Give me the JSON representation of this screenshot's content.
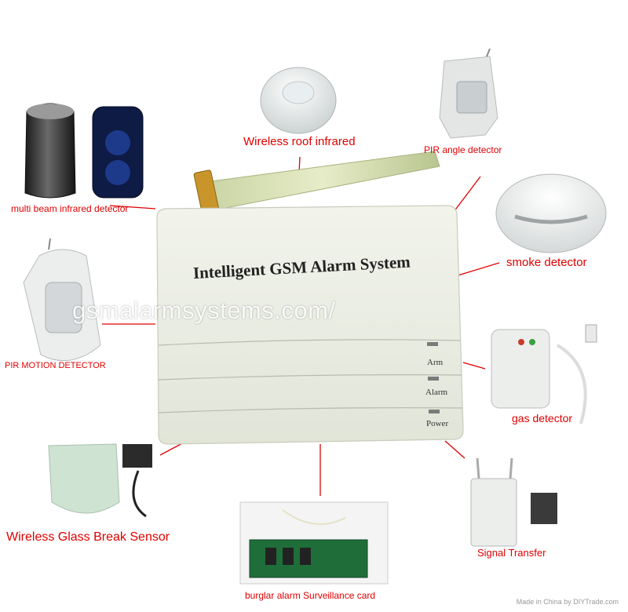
{
  "panel": {
    "title": "Intelligent GSM Alarm System",
    "leds": [
      "Arm",
      "Alarm",
      "Power"
    ]
  },
  "watermark": "gsmalarmsystems.com/",
  "labels": {
    "roof_infrared": "Wireless roof infrared",
    "pir_angle": "PIR angle detector",
    "multi_beam": "multi beam infrared detector",
    "smoke": "smoke detector",
    "pir_motion": "PIR MOTION DETECTOR",
    "gas": "gas detector",
    "glass_break": "Wireless Glass Break Sensor",
    "signal_transfer": "Signal Transfer",
    "surveillance_card": "burglar alarm Surveillance card"
  },
  "credit": "Made in China by DIYTrade.com",
  "colors": {
    "label_red": "#e00000",
    "connector_red": "#e00000",
    "panel_body": "#ebeee4"
  }
}
